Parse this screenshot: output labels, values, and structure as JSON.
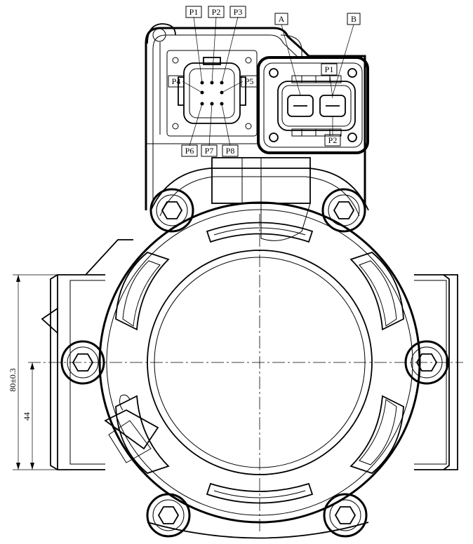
{
  "labels": {
    "pin_connector": [
      "P1",
      "P2",
      "P3",
      "P4",
      "P5",
      "P6",
      "P7",
      "P8"
    ],
    "connector_a": "A",
    "connector_b": "B",
    "connector_b_pin1": "P1",
    "connector_b_pin2": "P2"
  },
  "dimensions": {
    "overall_height": "80±0.3",
    "center_height": "44"
  }
}
